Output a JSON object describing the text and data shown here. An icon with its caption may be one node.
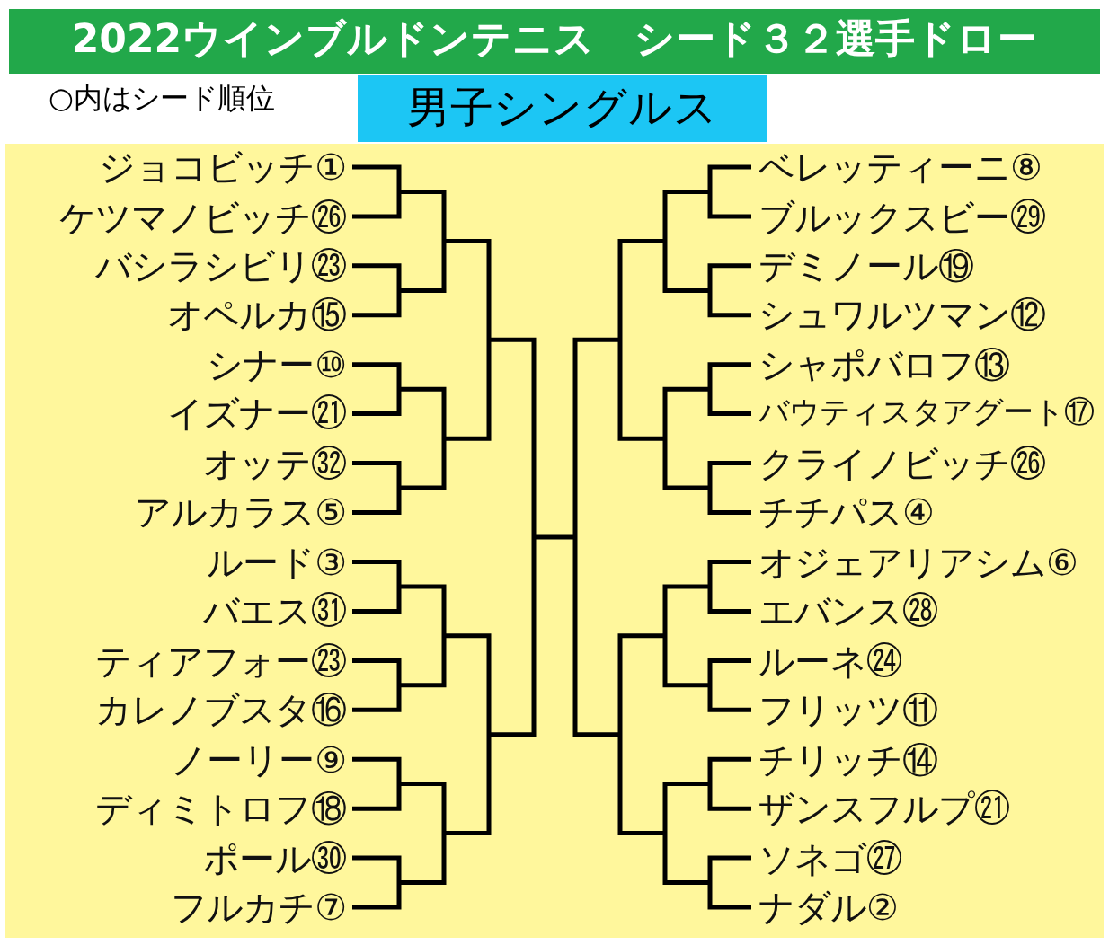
{
  "diagram": {
    "title": "2022ウインブルドンテニス　シード３２選手ドロー",
    "nodes": [
      {
        "text": [
          "男子シングルス"
        ]
      }
    ],
    "labels": [
      "○内はシード順位",
      "ジョコビッチ①",
      "ケツマノビッチ㉖",
      "バシラシビリ㉓",
      "オペルカ⑮",
      "シナー⑩",
      "イズナー㉑",
      "オッテ㉜",
      "アルカラス⑤",
      "ルード③",
      "バエス㉛",
      "ティアフォー㉓",
      "カレノブスタ⑯",
      "ノーリー⑨",
      "ディミトロフ⑱",
      "ポール㉚",
      "フルカチ⑦",
      "ベレッティーニ⑧",
      "ブルックスビー㉙",
      "デミノール⑲",
      "シュワルツマン⑫",
      "シャポバロフ⑬",
      "バウティスタアグート⑰",
      "クライノビッチ㉖",
      "チチパス④",
      "オジェアリアシム⑥",
      "エバンス㉘",
      "ルーネ㉔",
      "フリッツ⑪",
      "チリッチ⑭",
      "ザンスフルプ㉑",
      "ソネゴ㉗",
      "ナダル②"
    ]
  }
}
